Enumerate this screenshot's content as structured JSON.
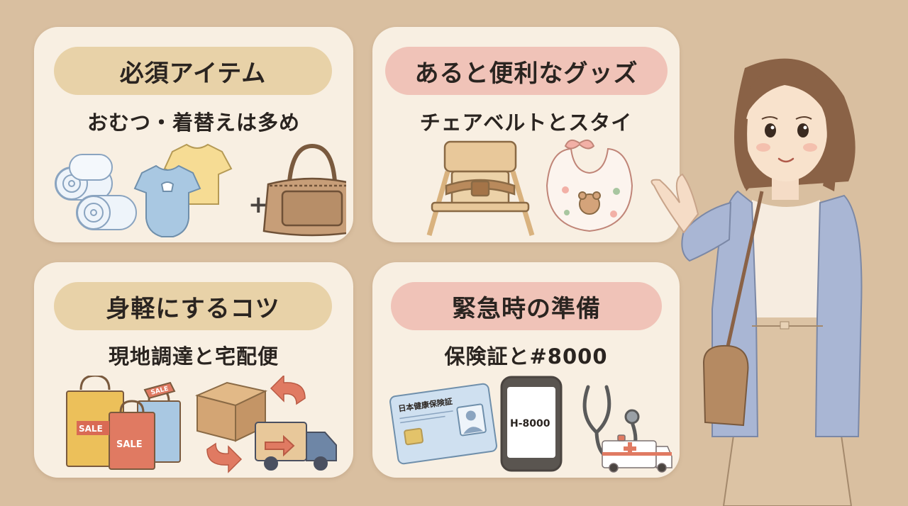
{
  "cards": [
    {
      "title": "必須アイテム",
      "subtitle": "おむつ・着替えは多め",
      "plus": "+"
    },
    {
      "title": "あると便利なグッズ",
      "subtitle": "チェアベルトとスタイ"
    },
    {
      "title": "身軽にするコツ",
      "subtitle": "現地調達と宅配便",
      "sale_label": "SALE"
    },
    {
      "title": "緊急時の準備",
      "subtitle": "保険証と#8000",
      "insurance_card_label": "日本健康保険証",
      "phone_screen_text": "H-8000"
    }
  ],
  "colors": {
    "background": "#d9bfa0",
    "card": "#f8efe2",
    "pill_gold": "#e8d2a8",
    "pill_pink": "#f0c3b8"
  }
}
